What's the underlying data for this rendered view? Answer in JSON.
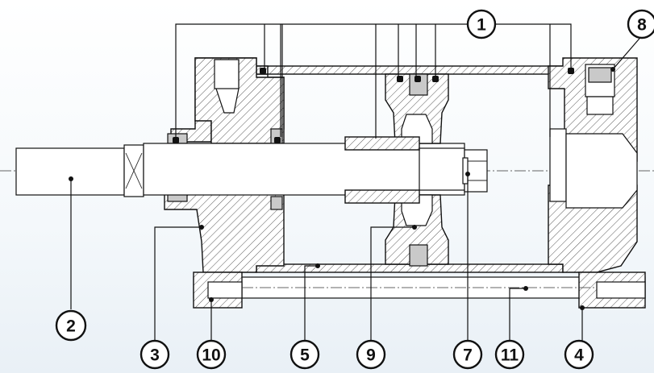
{
  "callouts": [
    {
      "id": "c1",
      "label": "1"
    },
    {
      "id": "c2",
      "label": "2"
    },
    {
      "id": "c3",
      "label": "3"
    },
    {
      "id": "c4",
      "label": "4"
    },
    {
      "id": "c5",
      "label": "5"
    },
    {
      "id": "c7",
      "label": "7"
    },
    {
      "id": "c8",
      "label": "8"
    },
    {
      "id": "c9",
      "label": "9"
    },
    {
      "id": "c10",
      "label": "10"
    },
    {
      "id": "c11",
      "label": "11"
    }
  ]
}
